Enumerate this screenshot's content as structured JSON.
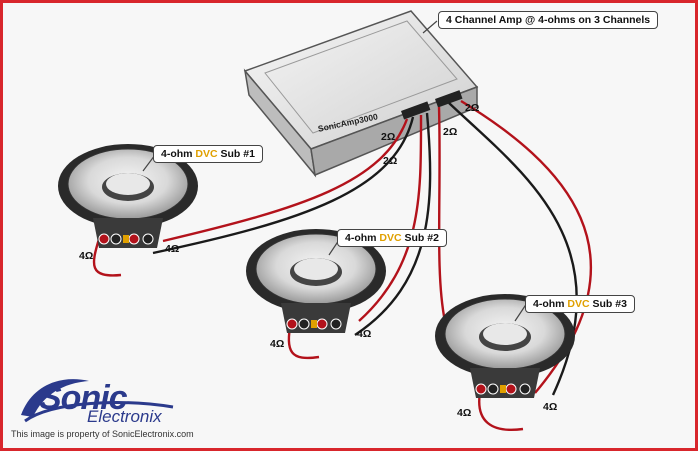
{
  "callouts": {
    "amp": "4 Channel Amp  @ 4-ohms on 3 Channels",
    "sub1_prefix": "4-ohm ",
    "sub1_dvc": "DVC",
    "sub1_suffix": " Sub #1",
    "sub2_prefix": "4-ohm ",
    "sub2_dvc": "DVC",
    "sub2_suffix": " Sub #2",
    "sub3_prefix": "4-ohm ",
    "sub3_dvc": "DVC",
    "sub3_suffix": " Sub #3"
  },
  "amp_label": "SonicAmp3000",
  "ohms": {
    "ch_a": "2Ω",
    "ch_b": "2Ω",
    "ch_c": "2Ω",
    "ch_d": "2Ω",
    "sub1_left": "4Ω",
    "sub1_right": "4Ω",
    "sub2_left": "4Ω",
    "sub2_right": "4Ω",
    "sub3_left": "4Ω",
    "sub3_right": "4Ω"
  },
  "logo": {
    "main": "Sonic",
    "sub": "Electronix"
  },
  "copyright": "This image is property of SonicElectronix.com",
  "colors": {
    "border": "#d8262c",
    "positive_wire": "#b3121b",
    "negative_wire": "#1a1a1a",
    "dvc_accent": "#e0a000",
    "brand": "#2b3a8c"
  }
}
